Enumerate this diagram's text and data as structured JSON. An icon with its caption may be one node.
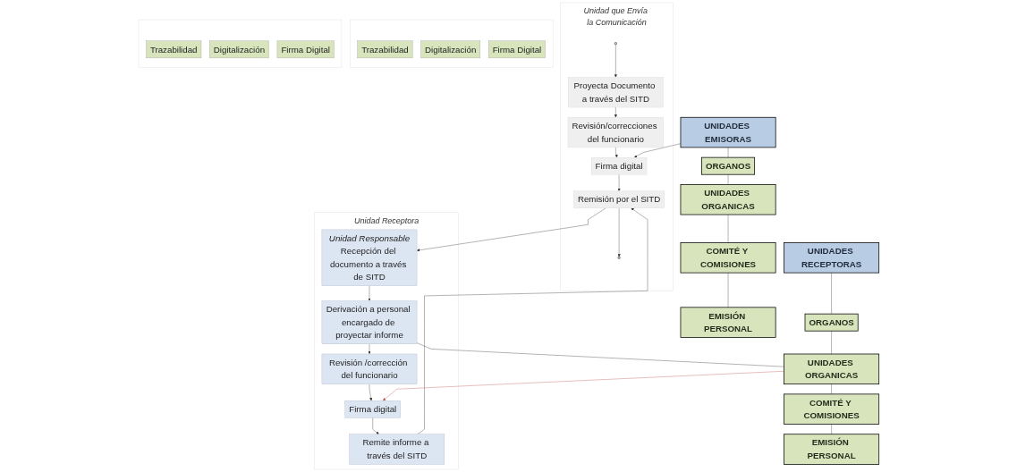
{
  "diagram": {
    "nodes": [
      {
        "text": [
          "Unidad que Envía la Comunicación"
        ]
      },
      {
        "text": [],
        "shape": "circle",
        "in": 0
      },
      {
        "text": [
          "Proyecta Documento a través del SITD"
        ],
        "in": 0
      },
      {
        "text": [
          "Revisión/correcciones del funcionario"
        ],
        "in": 0
      },
      {
        "text": [
          "Firma digital"
        ],
        "in": 0
      },
      {
        "text": [
          "Remisión por el SITD"
        ],
        "in": 0
      },
      {
        "text": [],
        "shape": "circle",
        "in": 0
      },
      {
        "text": [
          "UNIDADES EMISORAS"
        ]
      },
      {
        "text": [
          "ORGANOS"
        ]
      },
      {
        "text": [
          "UNIDADES ORGANICAS"
        ]
      },
      {
        "text": [
          "COMITÉ Y COMISIONES"
        ]
      },
      {
        "text": [
          "EMISIÓN PERSONAL"
        ]
      },
      {
        "text": [
          "Unidad Receptora"
        ]
      },
      {
        "text": [
          "Unidad Responsable",
          "Recepción del documento a través de SITD"
        ],
        "in": 12
      },
      {
        "text": [
          "Derivación a personal encargado de proyectar informe"
        ],
        "in": 12
      },
      {
        "text": [
          "Revisión /corrección del funcionario"
        ],
        "in": 12
      },
      {
        "text": [
          "Firma digital"
        ],
        "in": 12
      },
      {
        "text": [
          "Remite informe a través del SITD"
        ],
        "in": 12
      },
      {
        "text": [
          "UNIDADES RECEPTORAS"
        ]
      },
      {
        "text": [
          "ORGANOS"
        ]
      },
      {
        "text": [
          "UNIDADES ORGANICAS"
        ]
      },
      {
        "text": [
          "COMITÉ Y COMISIONES"
        ]
      },
      {
        "text": [
          "EMISIÓN PERSONAL"
        ]
      },
      {
        "text": [],
        "shape": "box"
      },
      {
        "text": [
          "Trazabilidad"
        ],
        "in": 23
      },
      {
        "text": [
          "Digitalización"
        ],
        "in": 23
      },
      {
        "text": [
          "Firma Digital"
        ],
        "in": 23
      },
      {
        "text": [],
        "shape": "box"
      },
      {
        "text": [
          "Trazabilidad"
        ],
        "in": 27
      },
      {
        "text": [
          "Digitalización"
        ],
        "in": 27
      },
      {
        "text": [
          "Firma Digital"
        ],
        "in": 27
      }
    ],
    "edges": [
      {
        "from": 1,
        "to": 2,
        "arrow": "to"
      },
      {
        "from": 2,
        "to": 3,
        "arrow": "to"
      },
      {
        "from": 3,
        "to": 4,
        "arrow": "to"
      },
      {
        "from": 4,
        "to": 5,
        "arrow": "to"
      },
      {
        "from": 5,
        "to": 6,
        "arrow": "to"
      },
      {
        "from": 7,
        "to": 8,
        "arrow": "none"
      },
      {
        "from": 8,
        "to": 9,
        "arrow": "none"
      },
      {
        "from": 9,
        "to": 10,
        "arrow": "none"
      },
      {
        "from": 10,
        "to": 11,
        "arrow": "none"
      },
      {
        "from": 7,
        "to": 4,
        "arrow": "to"
      },
      {
        "from": 5,
        "to": 13,
        "arrow": "to"
      },
      {
        "from": 13,
        "to": 14,
        "arrow": "to"
      },
      {
        "from": 14,
        "to": 15,
        "arrow": "to"
      },
      {
        "from": 15,
        "to": 16,
        "arrow": "to"
      },
      {
        "from": 16,
        "to": 17,
        "arrow": "to"
      },
      {
        "from": 17,
        "to": 5,
        "arrow": "to"
      },
      {
        "from": 18,
        "to": 19,
        "arrow": "none"
      },
      {
        "from": 19,
        "to": 20,
        "arrow": "none"
      },
      {
        "from": 20,
        "to": 21,
        "arrow": "none"
      },
      {
        "from": 21,
        "to": 22,
        "arrow": "none"
      },
      {
        "from": 14,
        "to": 20,
        "arrow": "none"
      },
      {
        "from": 20,
        "to": 16,
        "arrow": "to",
        "color": "#c0504d"
      }
    ]
  }
}
